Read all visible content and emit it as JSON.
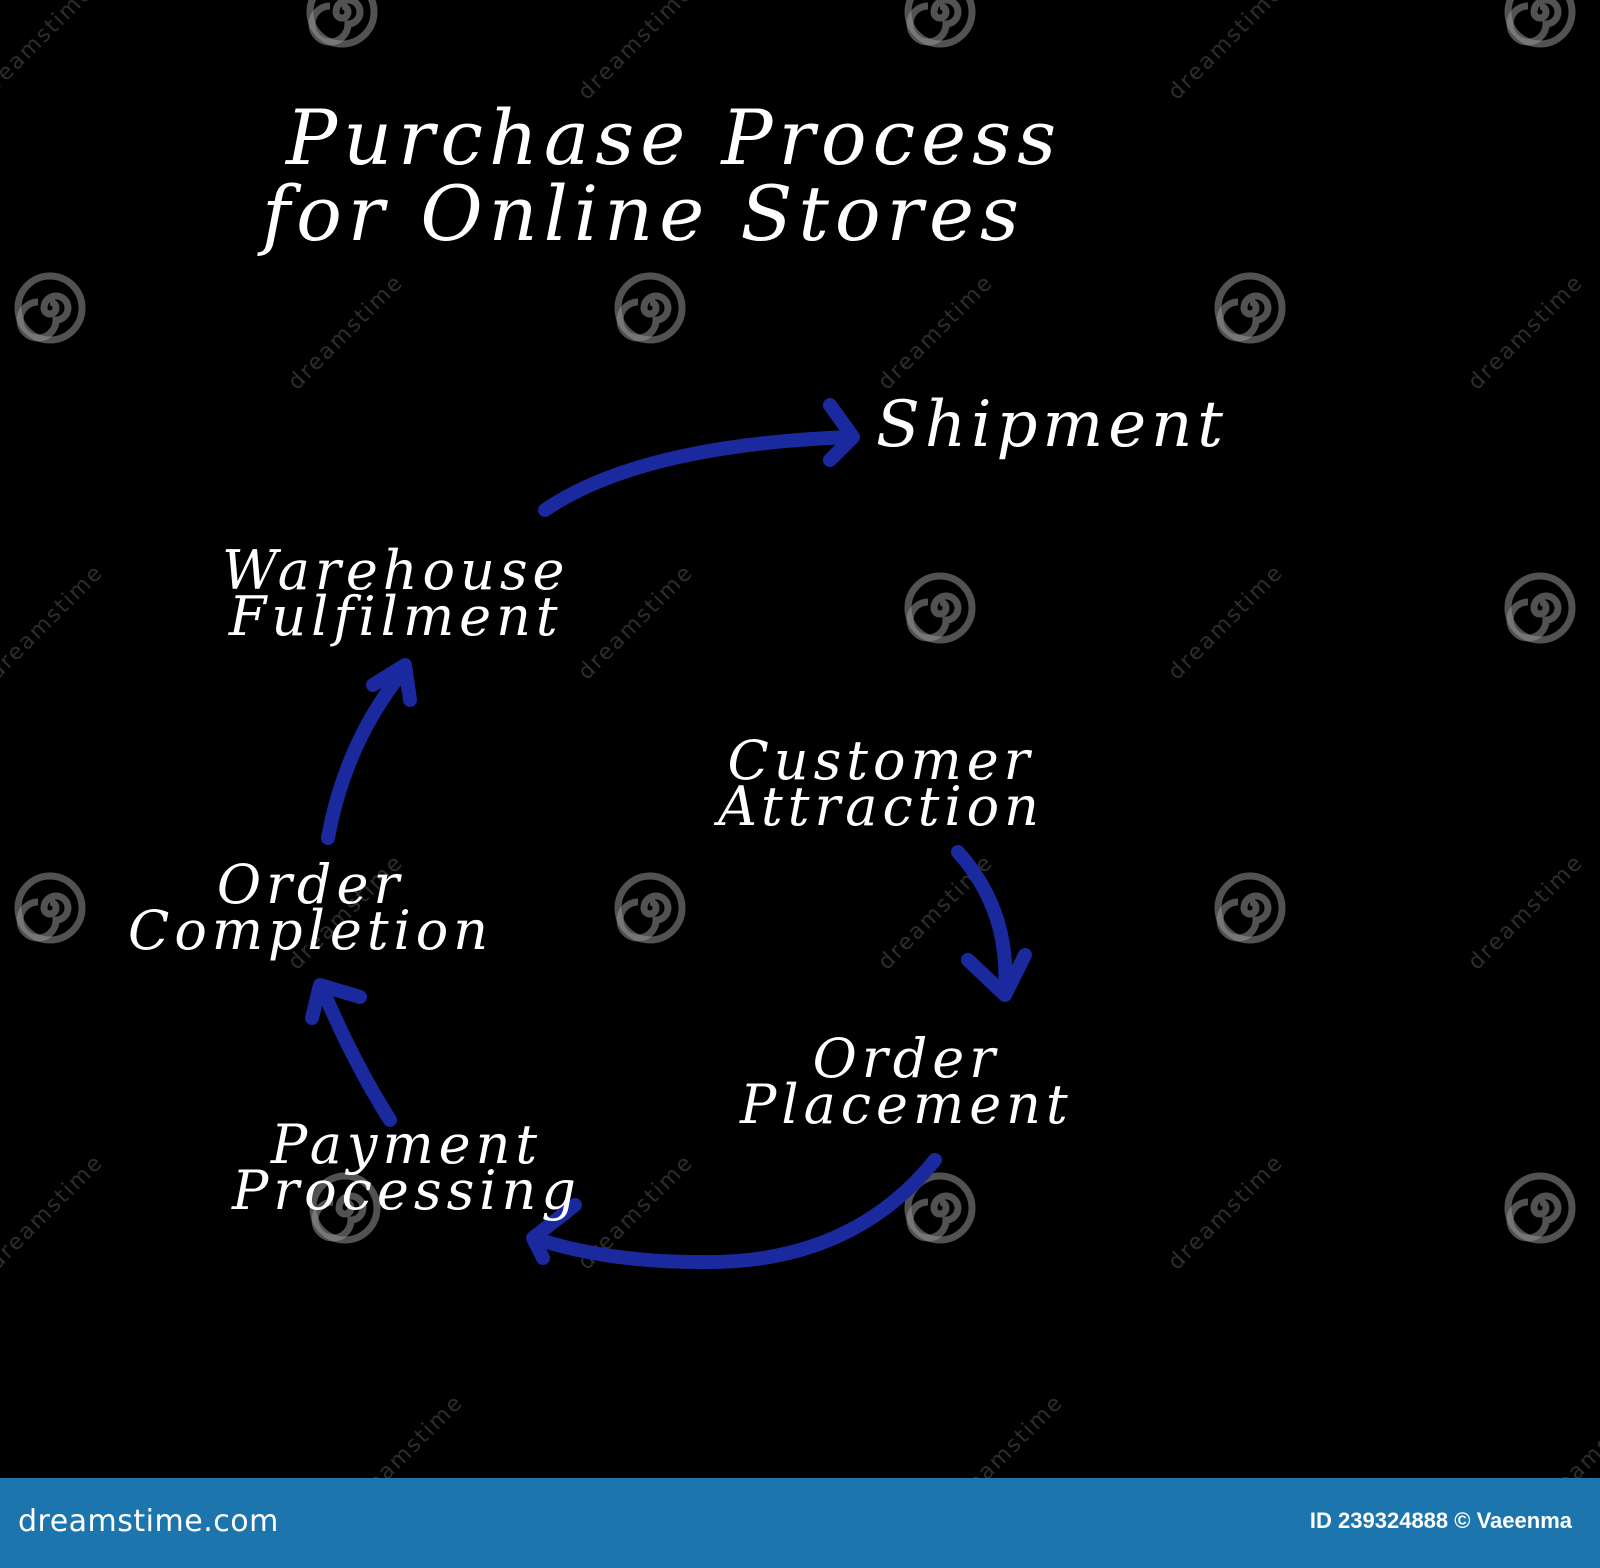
{
  "title": {
    "line1": "Purchase Process",
    "line2": "for Online Stores"
  },
  "steps": {
    "customer_attraction": [
      "Customer",
      "Attraction"
    ],
    "order_placement": [
      "Order",
      "Placement"
    ],
    "payment_processing": [
      "Payment",
      "Processing"
    ],
    "order_completion": [
      "Order",
      "Completion"
    ],
    "warehouse_fulfilment": [
      "Warehouse",
      "Fulfilment"
    ],
    "shipment": "Shipment"
  },
  "watermark": {
    "text": "dreamstime",
    "icon": "swirl-logo-icon"
  },
  "footer": {
    "site": "dreamstime.com",
    "credit": "ID 239324888 © Vaeenma"
  },
  "colors": {
    "background": "#000000",
    "text": "#ffffff",
    "arrow": "#1a2a9e",
    "footer": "#1c76ad"
  }
}
